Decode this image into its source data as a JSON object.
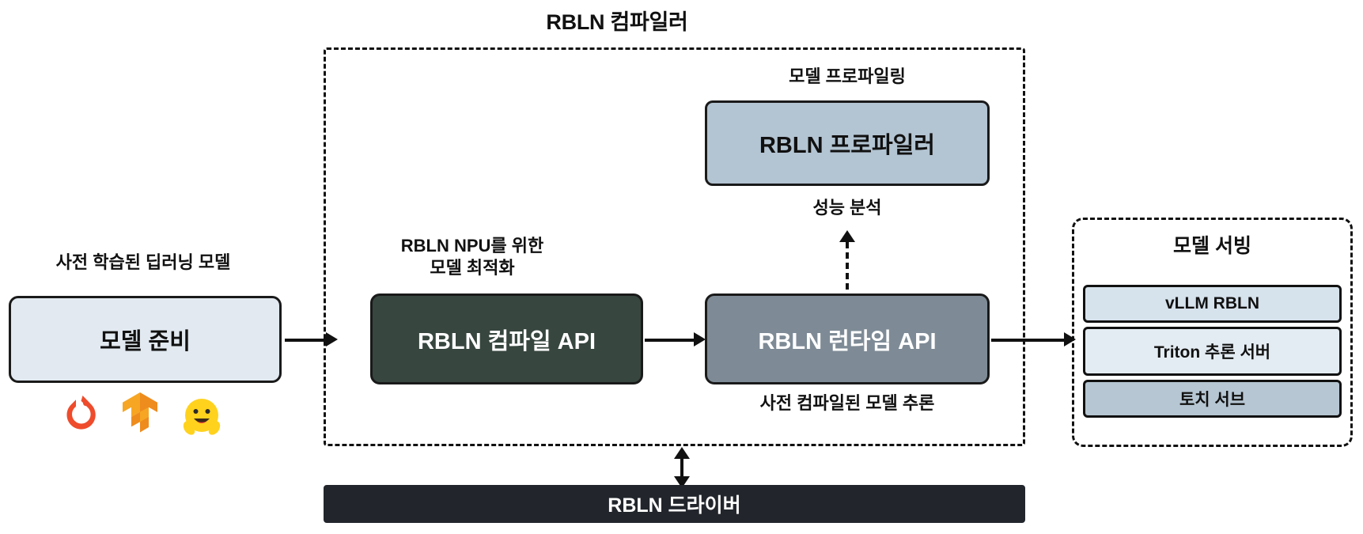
{
  "diagram": {
    "title": "RBLN 컴파일러",
    "left": {
      "caption": "사전 학습된 딥러닝 모델",
      "box_label": "모델 준비",
      "logos": [
        {
          "name": "pytorch-logo",
          "alt": "PyTorch"
        },
        {
          "name": "tensorflow-logo",
          "alt": "TensorFlow"
        },
        {
          "name": "huggingface-logo",
          "alt": "Hugging Face"
        }
      ]
    },
    "compiler": {
      "compile_caption": "RBLN NPU를 위한\n모델 최적화",
      "compile_label": "RBLN 컴파일 API",
      "runtime_label": "RBLN 런타임 API",
      "runtime_caption": "사전 컴파일된 모델 추론",
      "profiler_caption": "모델 프로파일링",
      "profiler_label": "RBLN 프로파일러",
      "analysis_label": "성능 분석"
    },
    "serving": {
      "title": "모델 서빙",
      "items": [
        {
          "label": "vLLM RBLN"
        },
        {
          "label": "Triton 추론 서버"
        },
        {
          "label": "토치 서브"
        }
      ]
    },
    "driver": {
      "label": "RBLN 드라이버"
    },
    "colors": {
      "compile_box": "#37463f",
      "runtime_box": "#7e8b96",
      "profiler_box": "#b3c4d2",
      "prep_box": "#e2e9f0",
      "driver_bar": "#22262c",
      "outline": "#111111"
    }
  }
}
